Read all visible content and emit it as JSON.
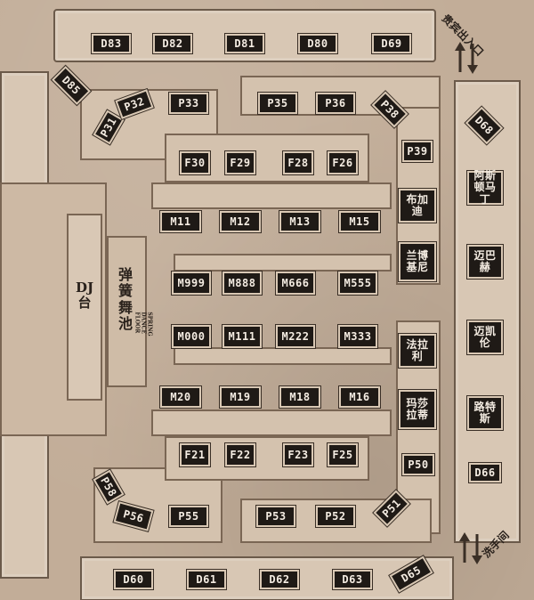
{
  "booths": {
    "D83": "D83",
    "D82": "D82",
    "D81": "D81",
    "D80": "D80",
    "D69": "D69",
    "D85": "D85",
    "D68": "D68",
    "D66": "D66",
    "D60": "D60",
    "D61": "D61",
    "D62": "D62",
    "D63": "D63",
    "D65": "D65",
    "P31": "P31",
    "P32": "P32",
    "P33": "P33",
    "P35": "P35",
    "P36": "P36",
    "P38": "P38",
    "P39": "P39",
    "P50": "P50",
    "P51": "P51",
    "P52": "P52",
    "P53": "P53",
    "P55": "P55",
    "P56": "P56",
    "P58": "P58",
    "F30": "F30",
    "F29": "F29",
    "F28": "F28",
    "F26": "F26",
    "F21": "F21",
    "F22": "F22",
    "F23": "F23",
    "F25": "F25",
    "M11": "M11",
    "M12": "M12",
    "M13": "M13",
    "M15": "M15",
    "M999": "M999",
    "M888": "M888",
    "M666": "M666",
    "M555": "M555",
    "M000": "M000",
    "M111": "M111",
    "M222": "M222",
    "M333": "M333",
    "M20": "M20",
    "M19": "M19",
    "M18": "M18",
    "M16": "M16"
  },
  "named_booths": {
    "bugatti": "布加迪",
    "lamborghini": "兰博基尼",
    "ferrari": "法拉利",
    "maserati": "玛莎拉蒂",
    "aston_martin": "阿斯顿马丁",
    "maybach": "迈巴赫",
    "mclaren": "迈凯伦",
    "rolls": "路特斯"
  },
  "areas": {
    "dj": "DJ台",
    "dance_floor": "弹簧舞池",
    "dance_floor_en": "SPRING DANCE FLOOR",
    "entrance": "贵宾出入口",
    "restroom": "洗手间"
  }
}
